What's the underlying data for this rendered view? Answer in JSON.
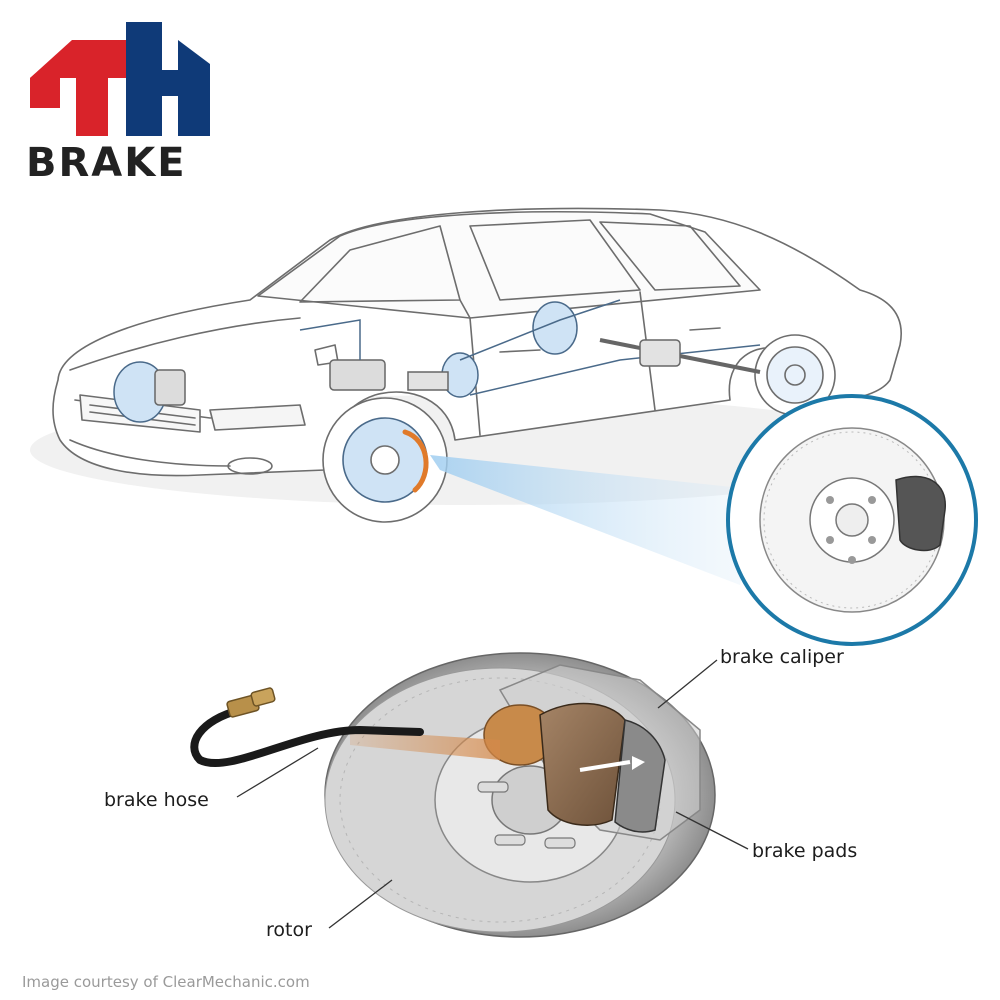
{
  "logo": {
    "text": "BRAKE",
    "colors": {
      "red": "#d9232a",
      "navy": "#0f3a78",
      "text": "#222222"
    }
  },
  "labels": {
    "caliper": "brake caliper",
    "hose": "brake hose",
    "pads": "brake pads",
    "rotor": "rotor"
  },
  "credit": "Image courtesy of ClearMechanic.com",
  "colors": {
    "outline": "#555555",
    "brake_blue": "#cfe3f5",
    "accent_orange": "#e07a2a",
    "zoom_ring": "#1c79a8"
  }
}
